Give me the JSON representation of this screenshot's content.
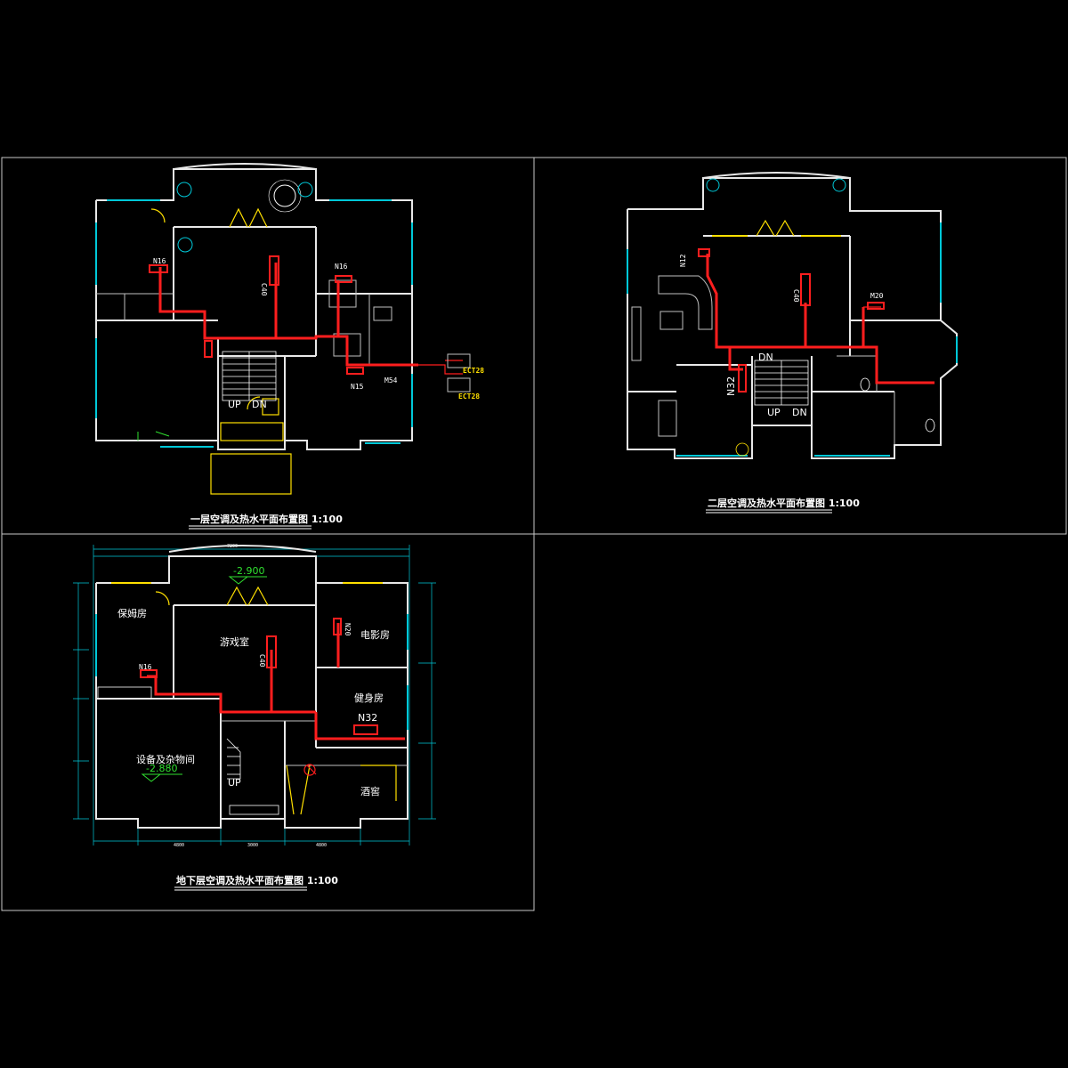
{
  "colors": {
    "background": "#000000",
    "frame": "#c8c8c8",
    "wall": "#e8e8e8",
    "window": "#00c8d8",
    "door": "#ffe000",
    "pipe": "#ff1e1e",
    "level_marker": "#30e030"
  },
  "first_floor": {
    "title": "一层空调及热水平面布置图 1:100",
    "labels": {
      "up": "UP",
      "dn": "DN",
      "unit_n16": "N16",
      "unit_n15": "N15",
      "unit_n16b": "N16",
      "unit_c40": "C40",
      "unit_m54": "M54",
      "outdoor_1": "ECT28",
      "outdoor_2": "ECT28"
    }
  },
  "second_floor": {
    "title": "二层空调及热水平面布置图 1:100",
    "labels": {
      "up": "UP",
      "dn": "DN",
      "dn2": "DN",
      "unit_n32": "N32",
      "unit_n12": "N12",
      "unit_c40": "C40",
      "unit_m20": "M20"
    }
  },
  "basement": {
    "title": "地下层空调及热水平面布置图 1:100",
    "labels": {
      "level_top": "-2.900",
      "level_bottom": "-2.880",
      "room_nanny": "保姆房",
      "room_game": "游戏室",
      "room_cinema": "电影房",
      "room_gym": "健身房",
      "room_equipment": "设备及杂物间",
      "room_cellar": "酒窖",
      "unit_n16": "N16",
      "unit_c40": "C40",
      "unit_n20": "N20",
      "unit_n32": "N32",
      "up": "UP",
      "dim_top_total": "7200",
      "dim_bottom_1": "4800",
      "dim_bottom_2": "3000",
      "dim_bottom_3": "4800"
    }
  }
}
